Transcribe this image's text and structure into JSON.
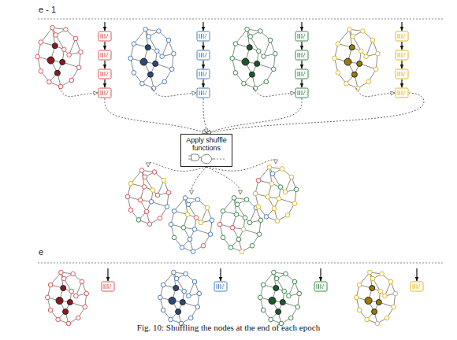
{
  "diagram": {
    "caption": "Fig. 10: Shuffling the nodes at the end of each epoch",
    "nodes": [
      {
        "text": [
          "Apply shuffle functions"
        ]
      }
    ],
    "edges": [],
    "labels": [
      "e - 1",
      "e"
    ]
  }
}
